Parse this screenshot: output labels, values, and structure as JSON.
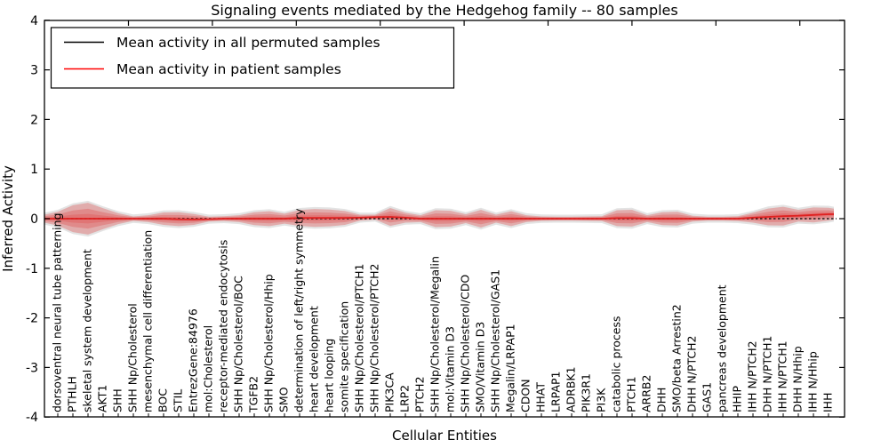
{
  "figure": {
    "title": "Signaling events mediated by the Hedgehog family -- 80 samples",
    "xlabel": "Cellular Entities",
    "ylabel": "Inferred Activity"
  },
  "legend": {
    "items": [
      {
        "label": "Mean activity in all permuted samples",
        "color": "#000000"
      },
      {
        "label": "Mean activity in patient samples",
        "color": "#ff0000"
      }
    ],
    "position": "upper left"
  },
  "colors": {
    "band_red": "#e05555",
    "mean_patient_line": "#e02020",
    "mean_permuted_line": "#000000",
    "band_gray": "#cccccc",
    "axes": "#000000",
    "background": "#ffffff"
  },
  "chart_data": {
    "type": "area",
    "subtype": "violin-band-around-zero",
    "title": "Signaling events mediated by the Hedgehog family -- 80 samples",
    "xlabel": "Cellular Entities",
    "ylabel": "Inferred Activity",
    "ylim": [
      -4,
      4
    ],
    "yticks": [
      4,
      3,
      2,
      1,
      0,
      -1,
      -2,
      -3,
      -4
    ],
    "grid": false,
    "legend_position": "upper left",
    "categories": [
      "dorsoventral neural tube patterning",
      "PTHLH",
      "skeletal system development",
      "AKT1",
      "SHH",
      "SHH Np/Cholesterol",
      "mesenchymal cell differentiation",
      "BOC",
      "STIL",
      "EntrezGene:84976",
      "mol:Cholesterol",
      "receptor-mediated endocytosis",
      "SHH Np/Cholesterol/BOC",
      "TGFB2",
      "SHH Np/Cholesterol/Hhip",
      "SMO",
      "determination of left/right symmetry",
      "heart development",
      "heart looping",
      "somite specification",
      "SHH Np/Cholesterol/PTCH1",
      "SHH Np/Cholesterol/PTCH2",
      "PIK3CA",
      "LRP2",
      "PTCH2",
      "SHH Np/Cholesterol/Megalin",
      "mol:Vitamin D3",
      "SHH Np/Cholesterol/CDO",
      "SMO/Vitamin D3",
      "SHH Np/Cholesterol/GAS1",
      "Megalin/LRPAP1",
      "CDON",
      "HHAT",
      "LRPAP1",
      "ADRBK1",
      "PIK3R1",
      "PI3K",
      "catabolic process",
      "PTCH1",
      "ARRB2",
      "DHH",
      "SMO/beta Arrestin2",
      "DHH N/PTCH2",
      "GAS1",
      "pancreas development",
      "HHIP",
      "IHH N/PTCH2",
      "DHH N/PTCH1",
      "IHH N/PTCH1",
      "DHH N/Hhip",
      "IHH N/Hhip",
      "IHH"
    ],
    "series": [
      {
        "name": "Mean activity in all permuted samples",
        "color": "#000000",
        "style": "dashed",
        "constant_value": 0
      },
      {
        "name": "Mean activity in patient samples",
        "color": "#e02020",
        "style": "solid",
        "values": [
          0,
          0,
          0,
          0,
          0,
          0,
          0,
          0,
          -0.01,
          -0.015,
          -0.01,
          0,
          0,
          0,
          0,
          0,
          0.015,
          0.015,
          0.015,
          0.015,
          0.02,
          0.03,
          0.035,
          0.02,
          0,
          0,
          0,
          0,
          0,
          0,
          0,
          0,
          0,
          0,
          0,
          0,
          0,
          0.01,
          0.01,
          0,
          0,
          0,
          0,
          0,
          0,
          0,
          0.02,
          0.035,
          0.05,
          0.06,
          0.075,
          0.09
        ]
      }
    ],
    "band_halfwidth": [
      0.14,
      0.27,
      0.32,
      0.21,
      0.11,
      0.045,
      0.07,
      0.125,
      0.14,
      0.11,
      0.05,
      0.05,
      0.07,
      0.13,
      0.15,
      0.1,
      0.16,
      0.18,
      0.17,
      0.14,
      0.06,
      0.05,
      0.18,
      0.1,
      0.07,
      0.17,
      0.16,
      0.09,
      0.18,
      0.08,
      0.15,
      0.07,
      0.045,
      0.04,
      0.04,
      0.045,
      0.05,
      0.16,
      0.17,
      0.07,
      0.13,
      0.14,
      0.06,
      0.04,
      0.04,
      0.05,
      0.1,
      0.17,
      0.19,
      0.12,
      0.15,
      0.13
    ],
    "band_levels": [
      1.0,
      0.62,
      0.3
    ],
    "gray_band_extra_halfwidth": 0.04
  }
}
